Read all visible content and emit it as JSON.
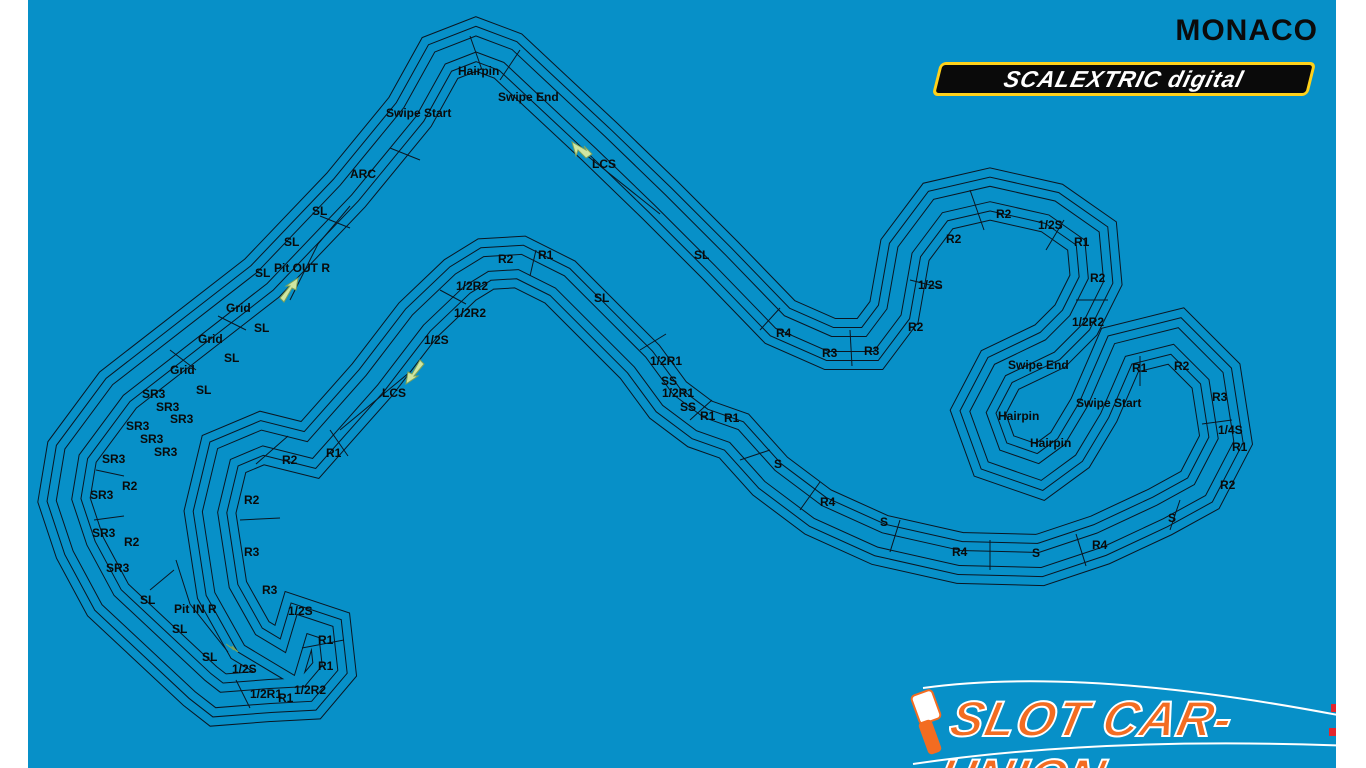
{
  "title": "MONACO",
  "brand": {
    "part1": "SCALEXTRIC",
    "part2": "digital"
  },
  "watermark": "SLOT CAR-UNION",
  "colors": {
    "background": "#0790c8",
    "track_line": "#0a1622",
    "arrow": "#cfe6a2",
    "brand_border": "#ffd11a",
    "union_orange": "#f36c21"
  },
  "labels": [
    {
      "id": "hairpin-top",
      "text": "Hairpin"
    },
    {
      "id": "swipe-start-top",
      "text": "Swipe Start"
    },
    {
      "id": "swipe-end-top",
      "text": "Swipe End"
    },
    {
      "id": "lcs-top",
      "text": "LCS"
    },
    {
      "id": "arc",
      "text": "ARC"
    },
    {
      "id": "sl-1",
      "text": "SL"
    },
    {
      "id": "sl-2",
      "text": "SL"
    },
    {
      "id": "sl-3",
      "text": "SL"
    },
    {
      "id": "pit-out",
      "text": "Pit OUT R"
    },
    {
      "id": "grid-1",
      "text": "Grid"
    },
    {
      "id": "sl-4",
      "text": "SL"
    },
    {
      "id": "grid-2",
      "text": "Grid"
    },
    {
      "id": "sl-5",
      "text": "SL"
    },
    {
      "id": "grid-3",
      "text": "Grid"
    },
    {
      "id": "sl-6",
      "text": "SL"
    },
    {
      "id": "sr3-1",
      "text": "SR3"
    },
    {
      "id": "sr3-2",
      "text": "SR3"
    },
    {
      "id": "sr3-3",
      "text": "SR3"
    },
    {
      "id": "sr3-4",
      "text": "SR3"
    },
    {
      "id": "sr3-5",
      "text": "SR3"
    },
    {
      "id": "sr3-6",
      "text": "SR3"
    },
    {
      "id": "sr3-7",
      "text": "SR3"
    },
    {
      "id": "r2-left-1",
      "text": "R2"
    },
    {
      "id": "sr3-8",
      "text": "SR3"
    },
    {
      "id": "sr3-9",
      "text": "SR3"
    },
    {
      "id": "r2-left-2",
      "text": "R2"
    },
    {
      "id": "sr3-10",
      "text": "SR3"
    },
    {
      "id": "sl-7",
      "text": "SL"
    },
    {
      "id": "pit-in",
      "text": "Pit IN R"
    },
    {
      "id": "sl-8",
      "text": "SL"
    },
    {
      "id": "sl-9",
      "text": "SL"
    },
    {
      "id": "half-s-bottom",
      "text": "1/2S"
    },
    {
      "id": "half-r1-bottom",
      "text": "1/2R1"
    },
    {
      "id": "r1-bottom",
      "text": "R1"
    },
    {
      "id": "half-r2-bottom",
      "text": "1/2R2"
    },
    {
      "id": "r1-b2",
      "text": "R1"
    },
    {
      "id": "r1-b3",
      "text": "R1"
    },
    {
      "id": "half-s-b2",
      "text": "1/2S"
    },
    {
      "id": "r3-b1",
      "text": "R3"
    },
    {
      "id": "r3-b2",
      "text": "R3"
    },
    {
      "id": "r2-b1",
      "text": "R2"
    },
    {
      "id": "r2-b2",
      "text": "R2"
    },
    {
      "id": "r1-mid",
      "text": "R1"
    },
    {
      "id": "lcs-mid",
      "text": "LCS"
    },
    {
      "id": "half-s-mid",
      "text": "1/2S"
    },
    {
      "id": "half-r2-mid1",
      "text": "1/2R2"
    },
    {
      "id": "half-r2-mid2",
      "text": "1/2R2"
    },
    {
      "id": "r2-mid",
      "text": "R2"
    },
    {
      "id": "r1-mid2",
      "text": "R1"
    },
    {
      "id": "sl-mid",
      "text": "SL"
    },
    {
      "id": "half-r1-m",
      "text": "1/2R1"
    },
    {
      "id": "ss-1",
      "text": "SS"
    },
    {
      "id": "half-r1-m2",
      "text": "1/2R1"
    },
    {
      "id": "ss-2",
      "text": "SS"
    },
    {
      "id": "r1-m3",
      "text": "R1"
    },
    {
      "id": "r1-m4",
      "text": "R1"
    },
    {
      "id": "sl-right",
      "text": "SL"
    },
    {
      "id": "r4-1",
      "text": "R4"
    },
    {
      "id": "r3-r1",
      "text": "R3"
    },
    {
      "id": "r3-r2",
      "text": "R3"
    },
    {
      "id": "r2-r1",
      "text": "R2"
    },
    {
      "id": "half-s-r",
      "text": "1/2S"
    },
    {
      "id": "r2-r2",
      "text": "R2"
    },
    {
      "id": "r2-r3",
      "text": "R2"
    },
    {
      "id": "half-s-r2",
      "text": "1/2S"
    },
    {
      "id": "r1-r",
      "text": "R1"
    },
    {
      "id": "r2-r4",
      "text": "R2"
    },
    {
      "id": "half-r2-r",
      "text": "1/2R2"
    },
    {
      "id": "swipe-end-r",
      "text": "Swipe End"
    },
    {
      "id": "hairpin-r1",
      "text": "Hairpin"
    },
    {
      "id": "swipe-start-r",
      "text": "Swipe Start"
    },
    {
      "id": "hairpin-r2",
      "text": "Hairpin"
    },
    {
      "id": "r1-rr",
      "text": "R1"
    },
    {
      "id": "r2-rr",
      "text": "R2"
    },
    {
      "id": "r3-rr",
      "text": "R3"
    },
    {
      "id": "quarter-s",
      "text": "1/4S"
    },
    {
      "id": "r1-rr2",
      "text": "R1"
    },
    {
      "id": "r2-rr2",
      "text": "R2"
    },
    {
      "id": "s-1",
      "text": "S"
    },
    {
      "id": "r4-2",
      "text": "R4"
    },
    {
      "id": "s-2",
      "text": "S"
    },
    {
      "id": "r4-3",
      "text": "R4"
    },
    {
      "id": "s-3",
      "text": "S"
    },
    {
      "id": "r4-4",
      "text": "R4"
    },
    {
      "id": "s-4",
      "text": "S"
    }
  ]
}
